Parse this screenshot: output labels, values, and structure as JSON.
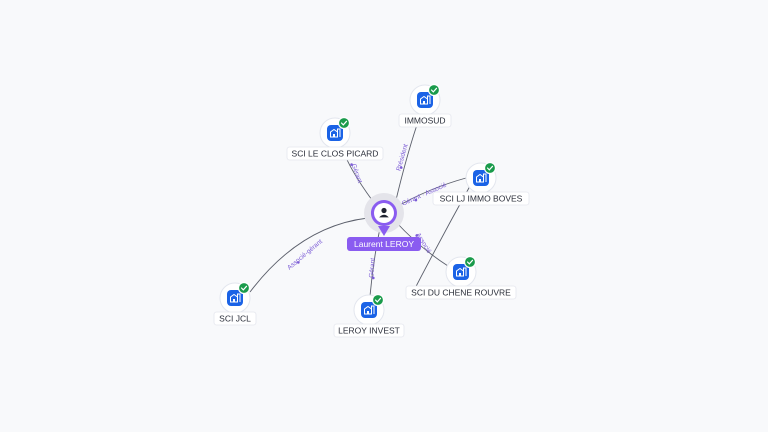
{
  "center": {
    "name": "Laurent LEROY",
    "icon": "person-icon",
    "color": "#8a5cf0"
  },
  "companies": [
    {
      "id": "immosud",
      "name": "IMMOSUD",
      "role": "Président",
      "icon": "company-building-icon",
      "verified": true
    },
    {
      "id": "sci-le-clos-picard",
      "name": "SCI LE CLOS PICARD",
      "role": "Gérant",
      "icon": "company-building-icon",
      "verified": true
    },
    {
      "id": "sci-lj-immo-boves",
      "name": "SCI LJ IMMO BOVES",
      "role": "Gérant · Associé",
      "icon": "company-building-icon",
      "verified": true
    },
    {
      "id": "sci-du-chene-rouvre",
      "name": "SCI DU CHENE ROUVRE",
      "role": "Associé",
      "icon": "company-building-icon",
      "verified": true
    },
    {
      "id": "leroy-invest",
      "name": "LEROY INVEST",
      "role": "Gérant",
      "icon": "company-building-icon",
      "verified": true
    },
    {
      "id": "sci-jcl",
      "name": "SCI JCL",
      "role": "Associé-gérant",
      "icon": "company-building-icon",
      "verified": true
    }
  ],
  "colors": {
    "company_tile": "#1b63e6",
    "verified_badge": "#1a9b4b",
    "edge_label": "#7c5cd6"
  }
}
